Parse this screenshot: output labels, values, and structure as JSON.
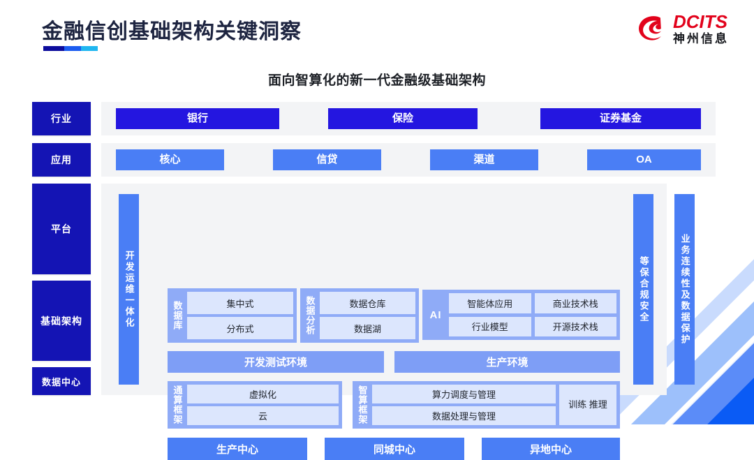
{
  "header": {
    "title": "金融信创基础架构关键洞察",
    "logo": {
      "mark_name": "dcits-swirl-logo",
      "en": "DCITS",
      "cn": "神州信息",
      "color": "#e2021b"
    },
    "underline_colors": [
      "#0c0c9c",
      "#1b5cf0",
      "#1fb6f0"
    ]
  },
  "subtitle": "面向智算化的新一代金融级基础架构",
  "diagram": {
    "layer_labels": [
      {
        "text": "行业"
      },
      {
        "text": "应用"
      },
      {
        "text": "平台"
      },
      {
        "text": "基础架构"
      },
      {
        "text": "数据中心"
      }
    ],
    "industries": [
      "银行",
      "保险",
      "证券基金"
    ],
    "applications": [
      "核心",
      "信贷",
      "渠道",
      "OA"
    ],
    "side_bars": {
      "devops": "开发运维一体化",
      "compliance": "等保合规安全",
      "continuity": "业务连续性及数据保护"
    },
    "groups": {
      "database": {
        "caption": "数据库",
        "items": [
          "集中式",
          "分布式"
        ]
      },
      "data_analysis": {
        "caption": "数据分析",
        "items": [
          "数据仓库",
          "数据湖"
        ]
      },
      "ai": {
        "caption": "AI",
        "items": [
          "智能体应用",
          "商业技术栈",
          "行业模型",
          "开源技术栈"
        ]
      },
      "general_compute": {
        "caption": "通算框架",
        "items": [
          "虚拟化",
          "云"
        ]
      },
      "intelligent_compute": {
        "caption": "智算框架",
        "items": [
          "算力调度与管理",
          "数据处理与管理"
        ],
        "side_item": "训练\n推理"
      }
    },
    "environments": [
      "开发测试环境",
      "生产环境"
    ],
    "data_centers": [
      "生产中心",
      "同城中心",
      "异地中心"
    ],
    "colors": {
      "deep_blue": "#1414b4",
      "industry_blue": "#2416e0",
      "app_blue": "#4a7ef5",
      "group_blue": "#8fabf7",
      "chip_blue": "#dce6fd",
      "panel_gray": "#f3f4f6"
    }
  }
}
